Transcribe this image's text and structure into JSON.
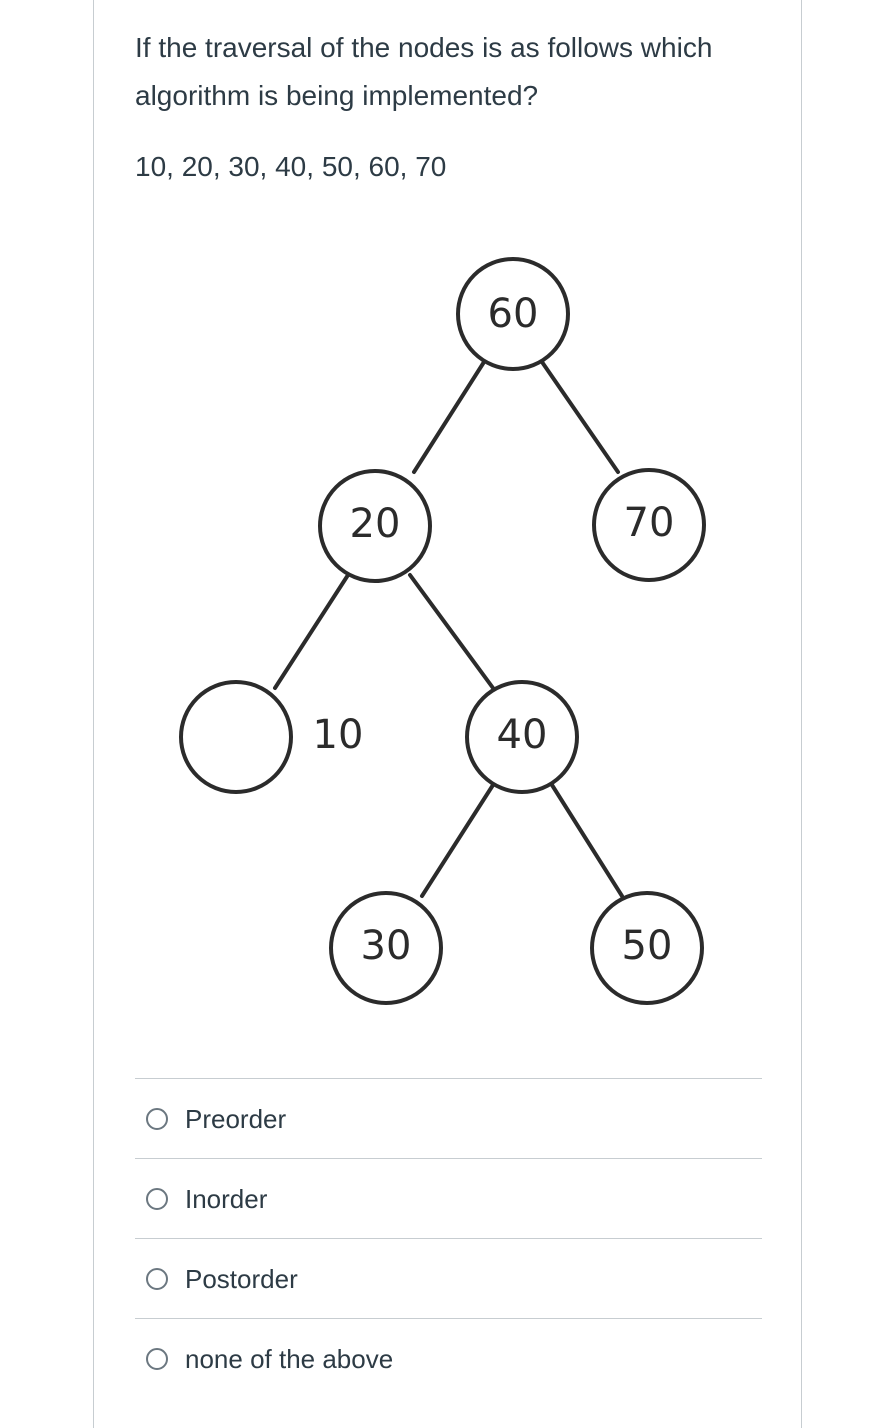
{
  "question": {
    "text": "If the traversal of the nodes is as follows which algorithm is being implemented?",
    "sequence": "10, 20, 30, 40, 50, 60, 70"
  },
  "tree": {
    "nodes": [
      {
        "id": "n60",
        "label": "60"
      },
      {
        "id": "n20",
        "label": "20"
      },
      {
        "id": "n70",
        "label": "70"
      },
      {
        "id": "n10",
        "label": "10"
      },
      {
        "id": "n40",
        "label": "40"
      },
      {
        "id": "n30",
        "label": "30"
      },
      {
        "id": "n50",
        "label": "50"
      }
    ],
    "edges": [
      [
        "60",
        "20"
      ],
      [
        "60",
        "70"
      ],
      [
        "20",
        "10"
      ],
      [
        "20",
        "40"
      ],
      [
        "40",
        "30"
      ],
      [
        "40",
        "50"
      ]
    ]
  },
  "answers": {
    "options": [
      {
        "label": "Preorder",
        "selected": false
      },
      {
        "label": "Inorder",
        "selected": false
      },
      {
        "label": "Postorder",
        "selected": false
      },
      {
        "label": "none of the above",
        "selected": false
      }
    ]
  }
}
